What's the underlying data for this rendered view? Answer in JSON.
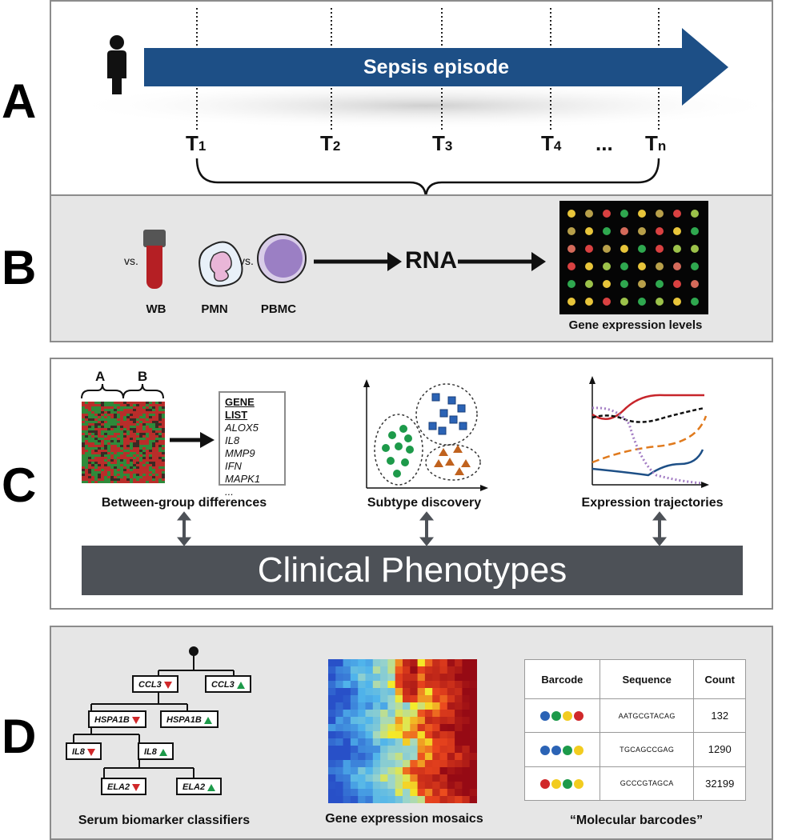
{
  "panel_a": {
    "letter": "A",
    "arrow_label": "Sepsis episode",
    "timepoints": [
      {
        "base": "T",
        "sub": "1"
      },
      {
        "base": "T",
        "sub": "2"
      },
      {
        "base": "T",
        "sub": "3"
      },
      {
        "base": "T",
        "sub": "4"
      },
      {
        "base": "T",
        "sub": "n"
      }
    ],
    "ellipsis": "...",
    "colors": {
      "arrow": "#1d4f86"
    }
  },
  "panel_b": {
    "letter": "B",
    "samples": [
      "WB",
      "PMN",
      "PBMC"
    ],
    "vs_label": "vs.",
    "rna_label": "RNA",
    "array_caption": "Gene expression levels"
  },
  "panel_c": {
    "letter": "C",
    "heatmap_groups": [
      "A",
      "B"
    ],
    "gene_list": {
      "title": "GENE LIST",
      "items": [
        "ALOX5",
        "IL8",
        "MMP9",
        "IFN",
        "MAPK1",
        "..."
      ]
    },
    "captions": [
      "Between-group differences",
      "Subtype discovery",
      "Expression trajectories"
    ],
    "phenotypes_label": "Clinical Phenotypes"
  },
  "panel_d": {
    "letter": "D",
    "tree_nodes": [
      {
        "gene": "CCL3",
        "dir": "down"
      },
      {
        "gene": "CCL3",
        "dir": "up"
      },
      {
        "gene": "HSPA1B",
        "dir": "down"
      },
      {
        "gene": "HSPA1B",
        "dir": "up"
      },
      {
        "gene": "IL8",
        "dir": "down"
      },
      {
        "gene": "IL8",
        "dir": "up"
      },
      {
        "gene": "ELA2",
        "dir": "down"
      },
      {
        "gene": "ELA2",
        "dir": "up"
      }
    ],
    "captions": [
      "Serum biomarker classifiers",
      "Gene expression mosaics",
      "“Molecular barcodes”"
    ],
    "barcode_table": {
      "headers": [
        "Barcode",
        "Sequence",
        "Count"
      ],
      "rows": [
        {
          "dots": [
            "#2b63b5",
            "#1d9a4a",
            "#f2cc1f",
            "#d0282a"
          ],
          "sequence": "AATGCGTACAG",
          "count": "132"
        },
        {
          "dots": [
            "#2b63b5",
            "#2b63b5",
            "#1d9a4a",
            "#f2cc1f"
          ],
          "sequence": "TGCAGCCGAG",
          "count": "1290"
        },
        {
          "dots": [
            "#d0282a",
            "#f2cc1f",
            "#1d9a4a",
            "#f2cc1f"
          ],
          "sequence": "GCCCGTAGCA",
          "count": "32199"
        }
      ]
    }
  }
}
